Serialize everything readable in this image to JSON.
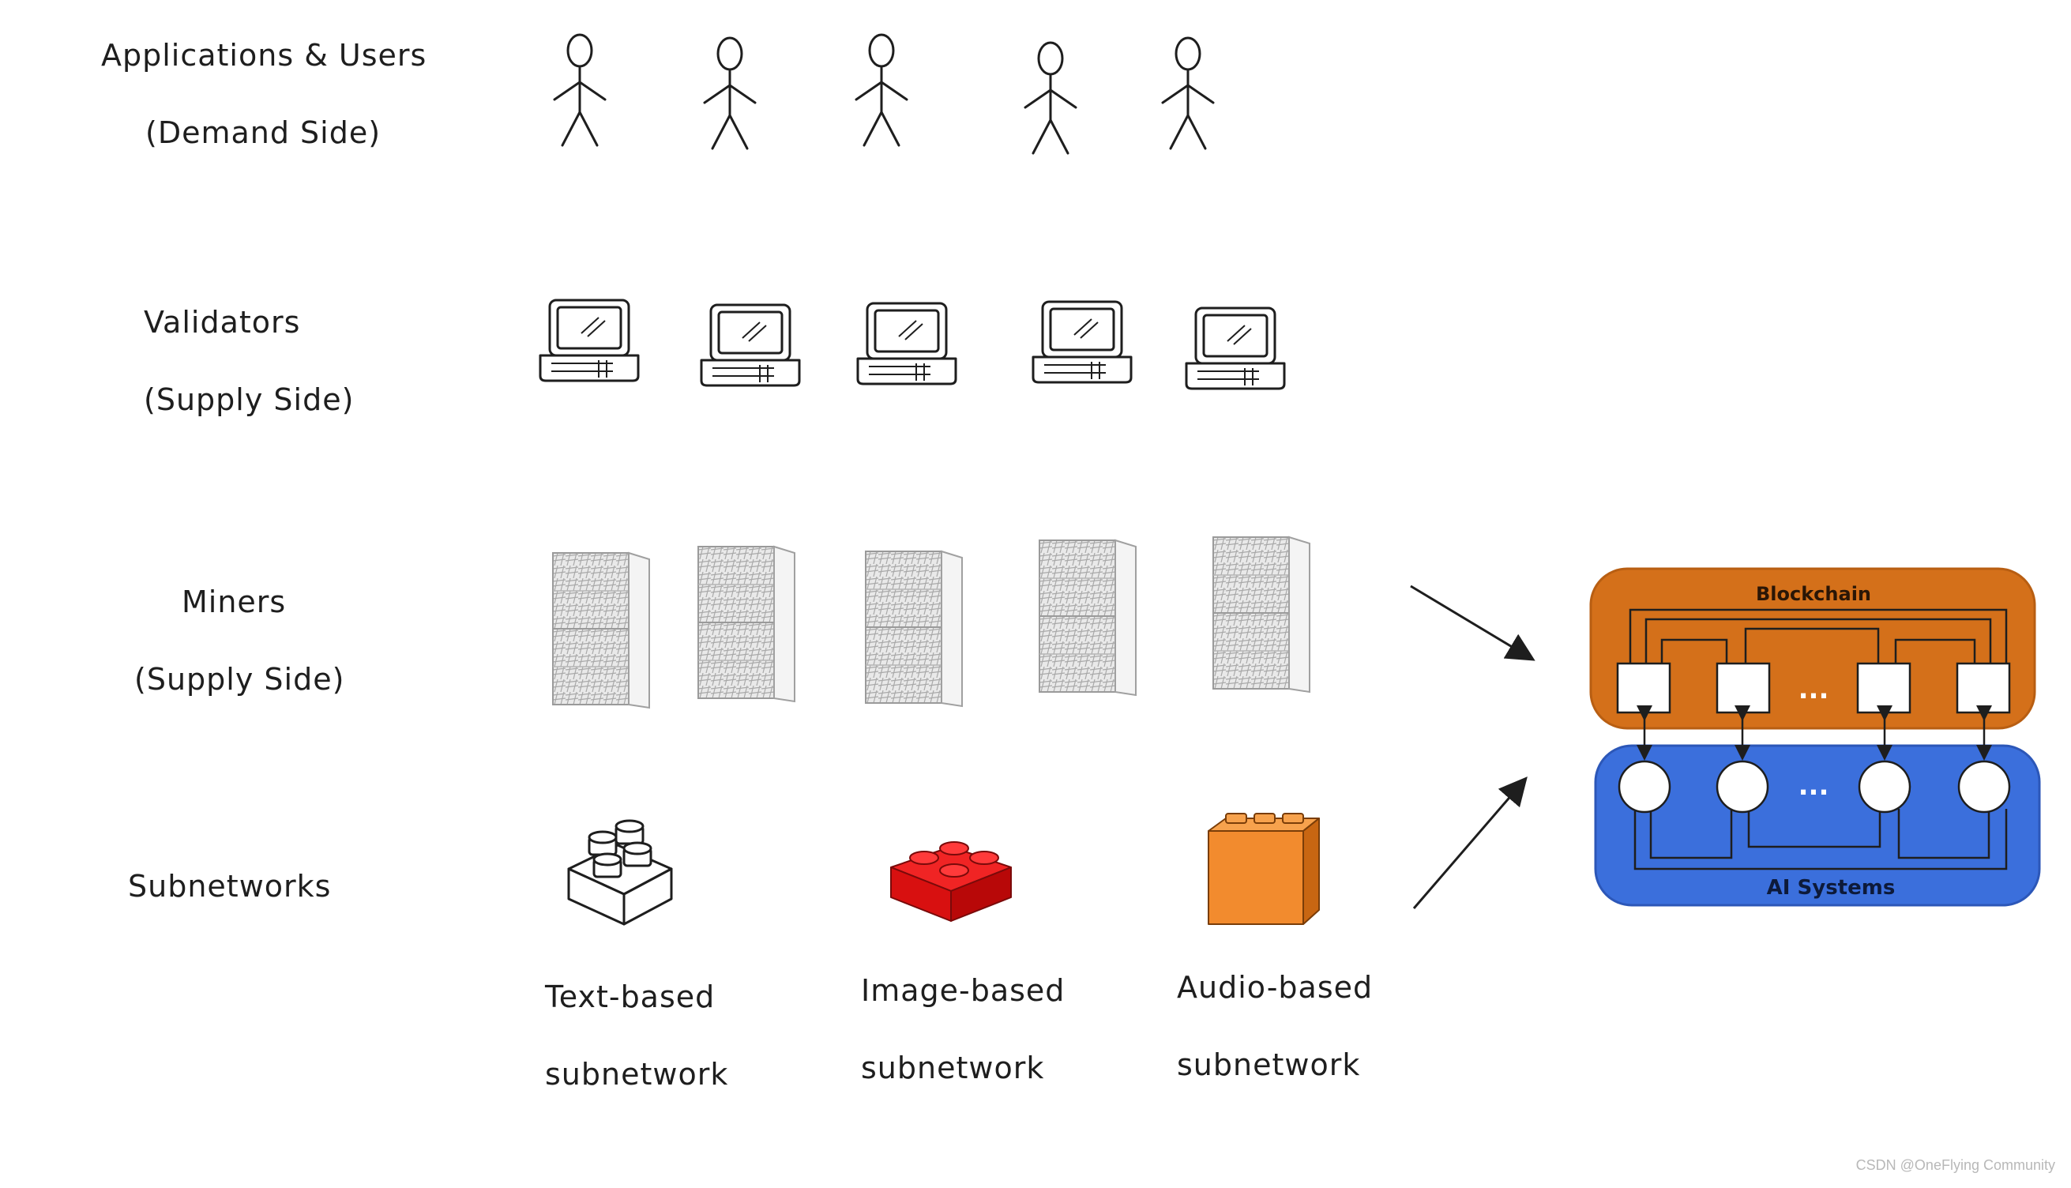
{
  "rows": {
    "applications": {
      "title": "Applications & Users",
      "subtitle": "(Demand Side)"
    },
    "validators": {
      "title": "Validators",
      "subtitle": "(Supply Side)"
    },
    "miners": {
      "title": "Miners",
      "subtitle": "(Supply Side)"
    },
    "subnetworks": {
      "title": "Subnetworks"
    }
  },
  "subnets": [
    {
      "line1": "Text-based",
      "line2": "subnetwork",
      "color": "#ffffff",
      "icon": "white-lego-brick-icon"
    },
    {
      "line1": "Image-based",
      "line2": "subnetwork",
      "color": "#e01b1b",
      "icon": "red-lego-brick-icon"
    },
    {
      "line1": "Audio-based",
      "line2": "subnetwork",
      "color": "#f28b2e",
      "icon": "orange-lego-brick-icon"
    }
  ],
  "icons": {
    "user": "stick-figure-icon",
    "validator": "laptop-icon",
    "miner": "server-rack-icon"
  },
  "architecture": {
    "blockchain_label": "Blockchain",
    "ai_label": "AI Systems",
    "ellipsis": "...",
    "blockchain_color": "#d4701a",
    "ai_color": "#3b6fdc"
  },
  "watermark": "CSDN @OneFlying Community"
}
